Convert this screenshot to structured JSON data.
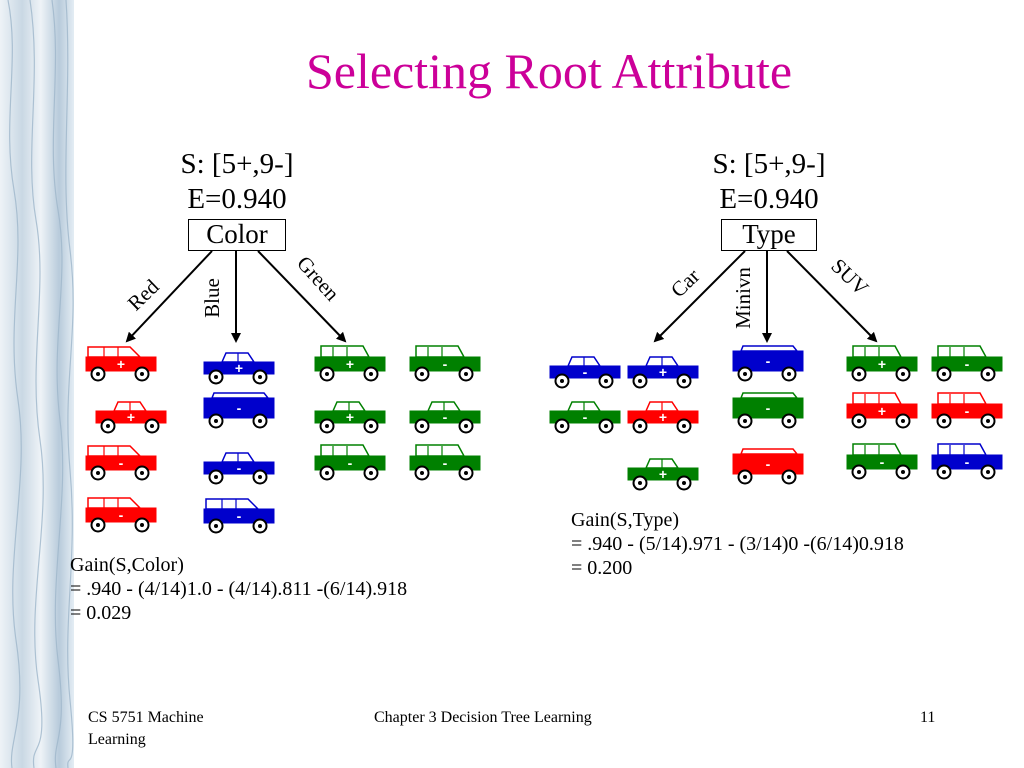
{
  "slide": {
    "title": "Selecting Root Attribute",
    "colors": {
      "title": "#cc0099",
      "red": "#ff0000",
      "blue": "#0000cc",
      "green": "#008000"
    }
  },
  "left_tree": {
    "set_label": "S: [5+,9-]",
    "entropy_label": "E=0.940",
    "attribute": "Color",
    "branches": [
      "Red",
      "Blue",
      "Green"
    ],
    "gain_lines": [
      "Gain(S,Color)",
      "= .940 - (4/14)1.0 - (4/14).811 -(6/14).918",
      "= 0.029"
    ],
    "examples": [
      {
        "shape": "sedan",
        "color": "red",
        "label": "+"
      },
      {
        "shape": "coupe",
        "color": "red",
        "label": "+"
      },
      {
        "shape": "sedan",
        "color": "red",
        "label": "-"
      },
      {
        "shape": "sedan",
        "color": "red",
        "label": "-"
      },
      {
        "shape": "coupe",
        "color": "blue",
        "label": "+"
      },
      {
        "shape": "van",
        "color": "blue",
        "label": "-"
      },
      {
        "shape": "coupe",
        "color": "blue",
        "label": "-"
      },
      {
        "shape": "sedan",
        "color": "blue",
        "label": "-"
      },
      {
        "shape": "suv",
        "color": "green",
        "label": "+"
      },
      {
        "shape": "coupe",
        "color": "green",
        "label": "+"
      },
      {
        "shape": "suv",
        "color": "green",
        "label": "-"
      },
      {
        "shape": "suv",
        "color": "green",
        "label": "-"
      },
      {
        "shape": "coupe",
        "color": "green",
        "label": "-"
      },
      {
        "shape": "suv",
        "color": "green",
        "label": "-"
      }
    ]
  },
  "right_tree": {
    "set_label": "S: [5+,9-]",
    "entropy_label": "E=0.940",
    "attribute": "Type",
    "branches": [
      "Car",
      "Minivn",
      "SUV"
    ],
    "gain_lines": [
      "Gain(S,Type)",
      "= .940 - (5/14).971 - (3/14)0 -(6/14)0.918",
      "= 0.200"
    ],
    "examples": [
      {
        "shape": "coupe",
        "color": "blue",
        "label": "-"
      },
      {
        "shape": "coupe",
        "color": "green",
        "label": "-"
      },
      {
        "shape": "coupe",
        "color": "blue",
        "label": "+"
      },
      {
        "shape": "coupe",
        "color": "red",
        "label": "+"
      },
      {
        "shape": "coupe",
        "color": "green",
        "label": "+"
      },
      {
        "shape": "van",
        "color": "blue",
        "label": "-"
      },
      {
        "shape": "van",
        "color": "green",
        "label": "-"
      },
      {
        "shape": "van",
        "color": "red",
        "label": "-"
      },
      {
        "shape": "suv",
        "color": "green",
        "label": "+"
      },
      {
        "shape": "suv",
        "color": "red",
        "label": "+"
      },
      {
        "shape": "suv",
        "color": "green",
        "label": "-"
      },
      {
        "shape": "suv",
        "color": "green",
        "label": "-"
      },
      {
        "shape": "suv",
        "color": "red",
        "label": "-"
      },
      {
        "shape": "suv",
        "color": "blue",
        "label": "-"
      }
    ]
  },
  "footer": {
    "course_line1": "CS 5751 Machine",
    "course_line2": "Learning",
    "chapter": "Chapter 3  Decision Tree Learning",
    "page_number": "11"
  }
}
